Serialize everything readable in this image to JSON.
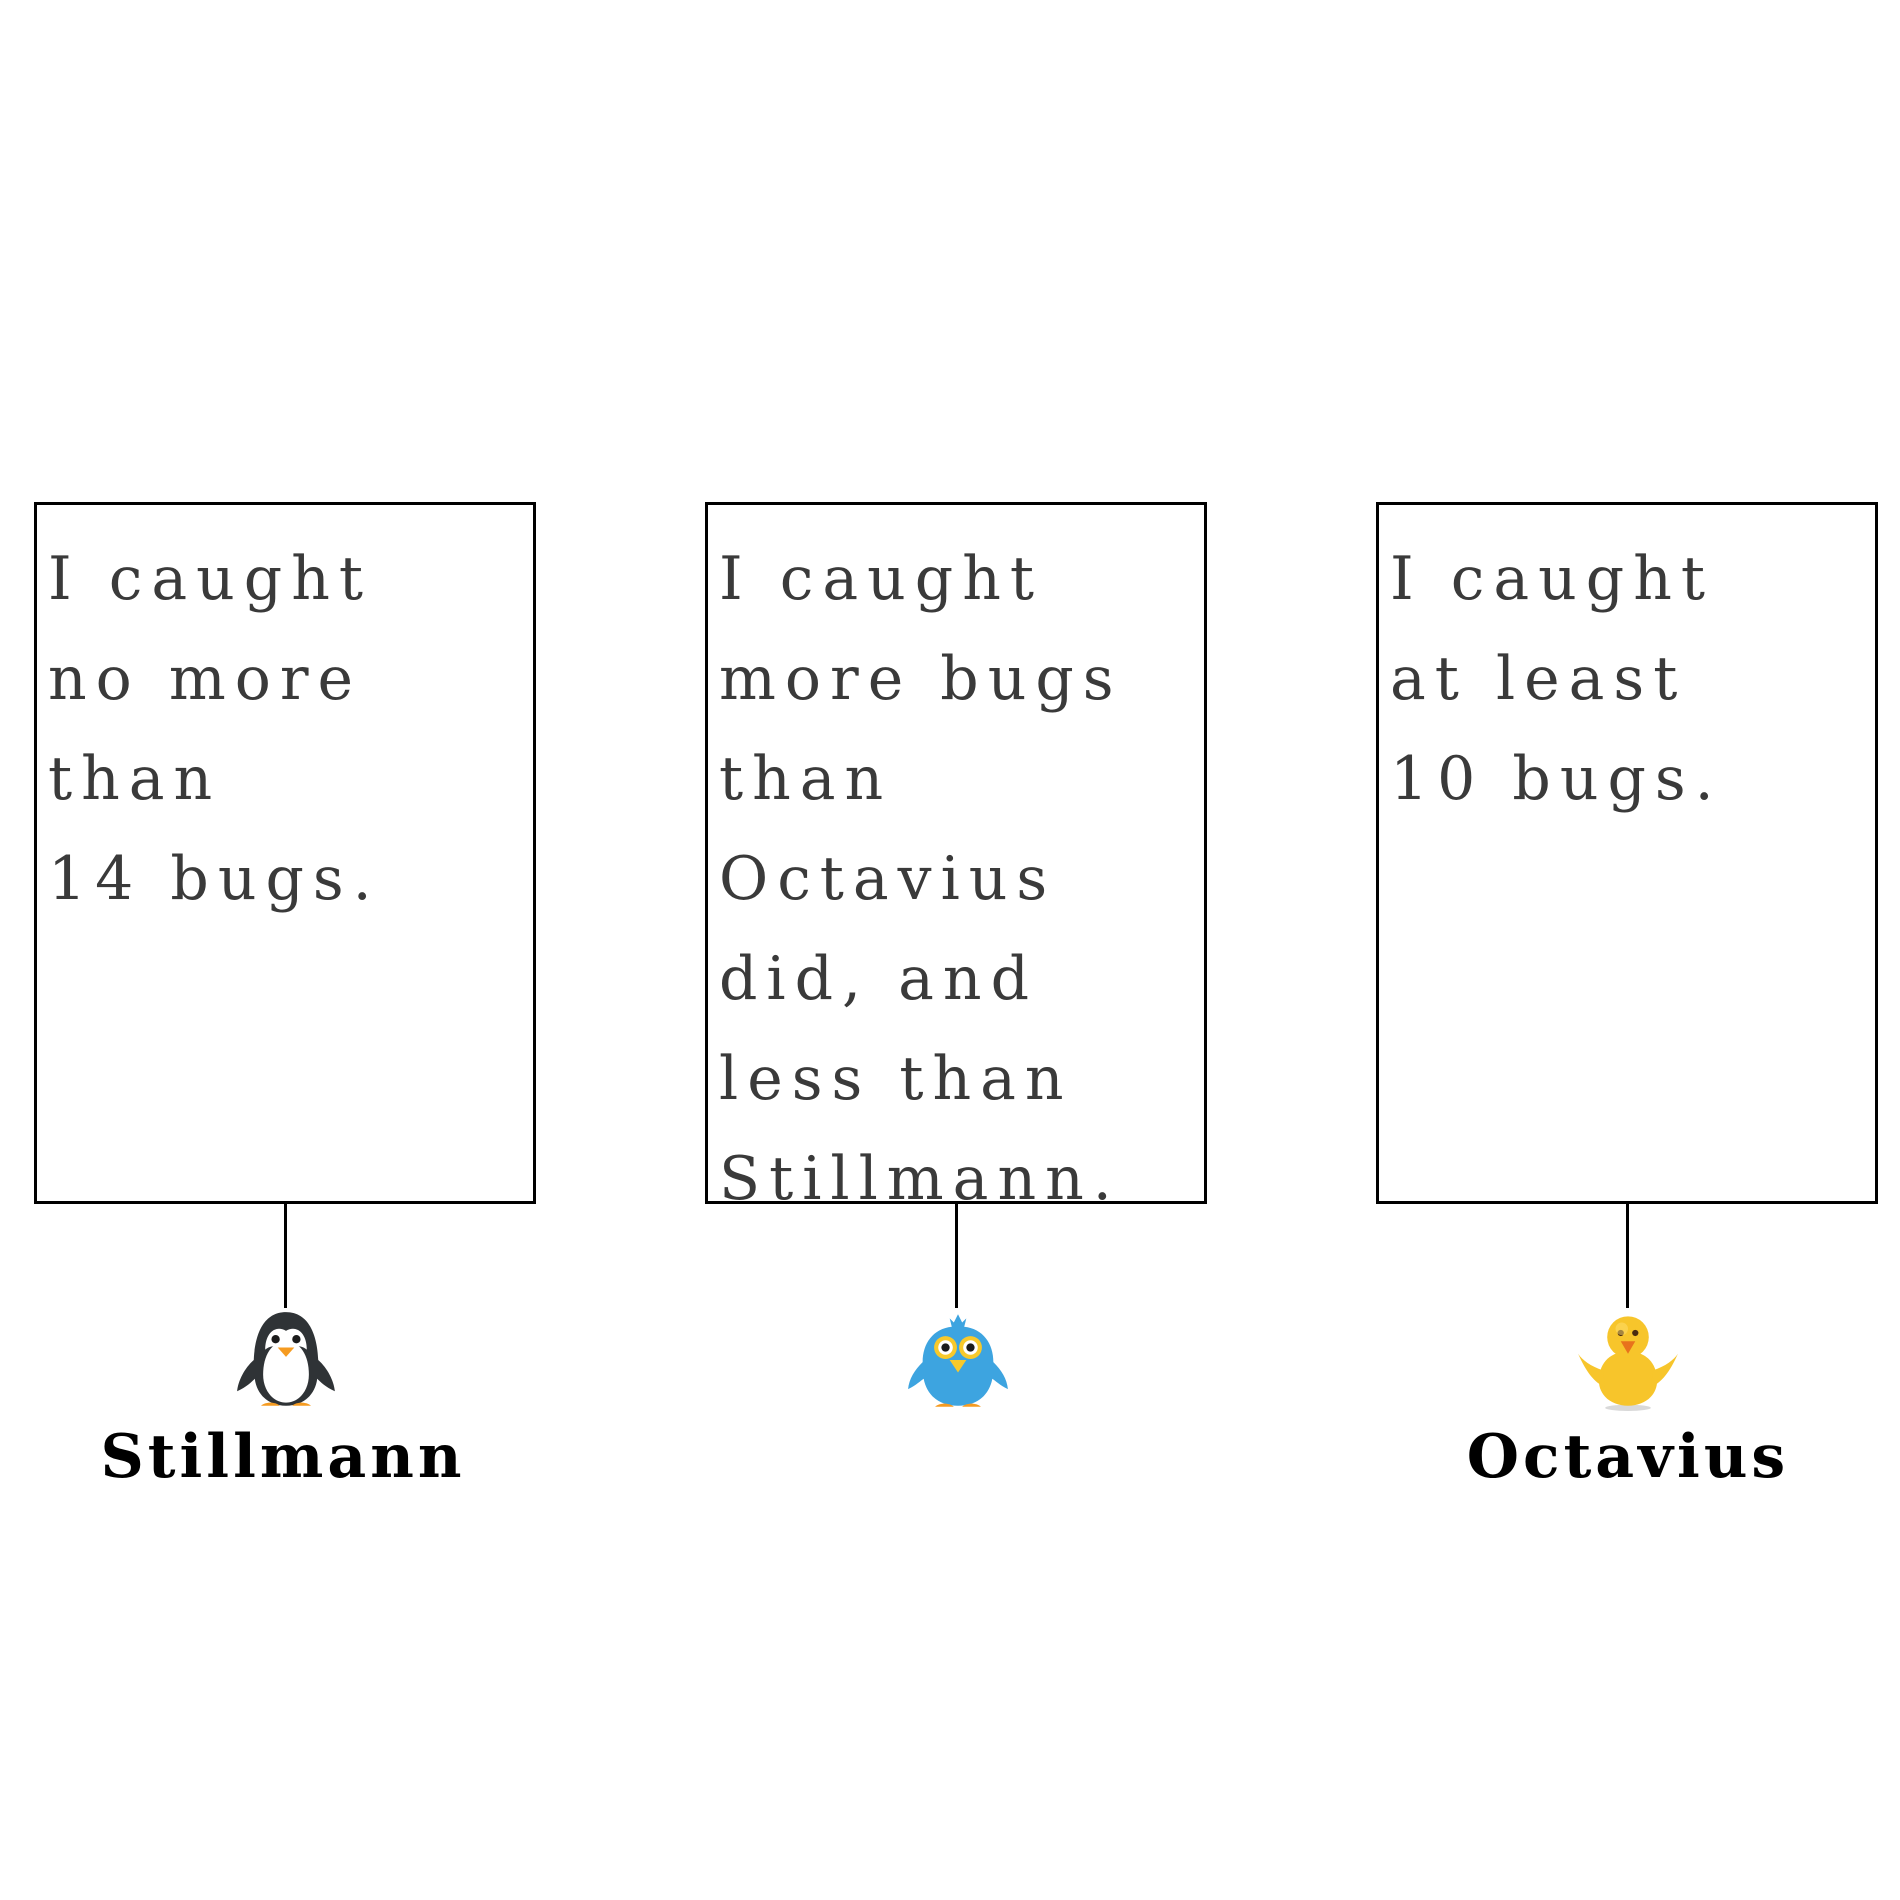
{
  "speakers": [
    {
      "name": "Stillmann",
      "icon": "penguin-icon",
      "statement_lines": [
        "I caught",
        "no more",
        "than",
        "14 bugs."
      ]
    },
    {
      "name": "",
      "icon": "bird-icon",
      "statement_lines": [
        "I caught",
        "more bugs",
        "than",
        "Octavius",
        "did, and",
        "less than",
        "Stillmann."
      ]
    },
    {
      "name": "Octavius",
      "icon": "chick-icon",
      "statement_lines": [
        "I caught",
        "at least",
        "10 bugs."
      ]
    }
  ]
}
